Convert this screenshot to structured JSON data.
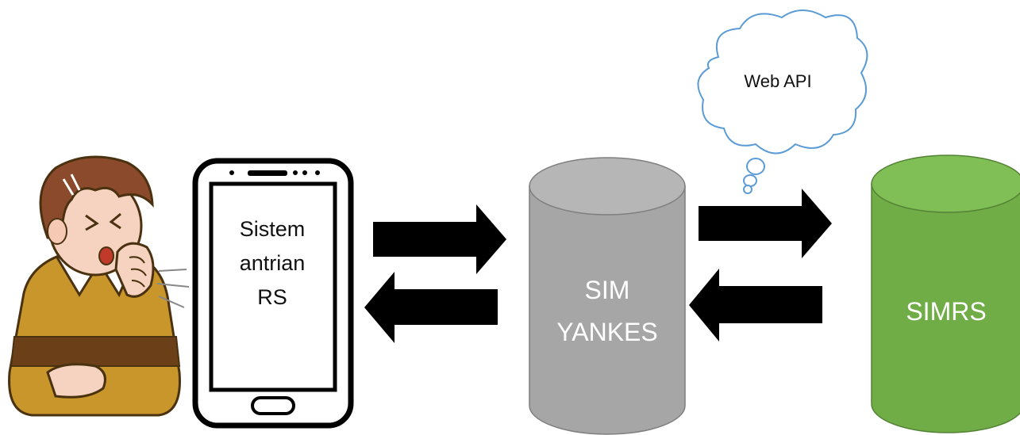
{
  "patient": {
    "icon": "coughing-person-icon"
  },
  "phone": {
    "icon": "smartphone-icon",
    "lines": [
      "Sistem",
      "antrian",
      "RS"
    ]
  },
  "db_yankes": {
    "icon": "database-cylinder-icon",
    "color": "#a6a6a6",
    "lines": [
      "SIM",
      "YANKES"
    ]
  },
  "db_simrs": {
    "icon": "database-cylinder-icon",
    "color": "#70ad47",
    "lines": [
      "SIMRS"
    ]
  },
  "cloud": {
    "icon": "thought-cloud-icon",
    "color": "#5b9bd5",
    "label": "Web API"
  },
  "arrows": {
    "color": "#000000"
  }
}
